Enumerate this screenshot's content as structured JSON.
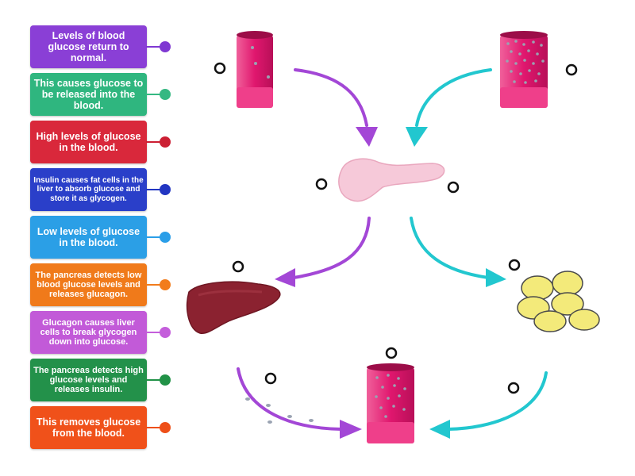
{
  "labels": [
    {
      "text": "Levels of blood glucose return to normal.",
      "color": "#8a3fd6",
      "pin": "#7f38d2"
    },
    {
      "text": "This causes glucose to be released into the blood.",
      "color": "#2fb67f",
      "pin": "#35b882"
    },
    {
      "text": "High levels of glucose in the blood.",
      "color": "#d9283b",
      "pin": "#cc1f33"
    },
    {
      "text": "Insulin causes fat cells in the liver to absorb glucose and store it as glycogen.",
      "color": "#2a3fc9",
      "pin": "#2236c2"
    },
    {
      "text": "Low levels of glucose in the blood.",
      "color": "#2b9fe6",
      "pin": "#2a9ee8"
    },
    {
      "text": "The pancreas detects low blood glucose levels and releases glucagon.",
      "color": "#f07a1a",
      "pin": "#f27c1c"
    },
    {
      "text": "Glucagon causes liver cells to break glycogen down into glucose.",
      "color": "#c25ad8",
      "pin": "#c45edb"
    },
    {
      "text": "The pancreas detects high glucose levels and releases insulin.",
      "color": "#23914a",
      "pin": "#219247"
    },
    {
      "text": "This removes glucose from the blood.",
      "color": "#f0511a",
      "pin": "#ee4f18"
    }
  ],
  "colors": {
    "vessel": "#e0176e",
    "vessel_dark": "#b80f58",
    "purple_arrow": "#a347d6",
    "teal_arrow": "#22c7cf",
    "pancreas": "#f6c9d9",
    "liver": "#8b2230",
    "fat": "#f3ea7a"
  }
}
